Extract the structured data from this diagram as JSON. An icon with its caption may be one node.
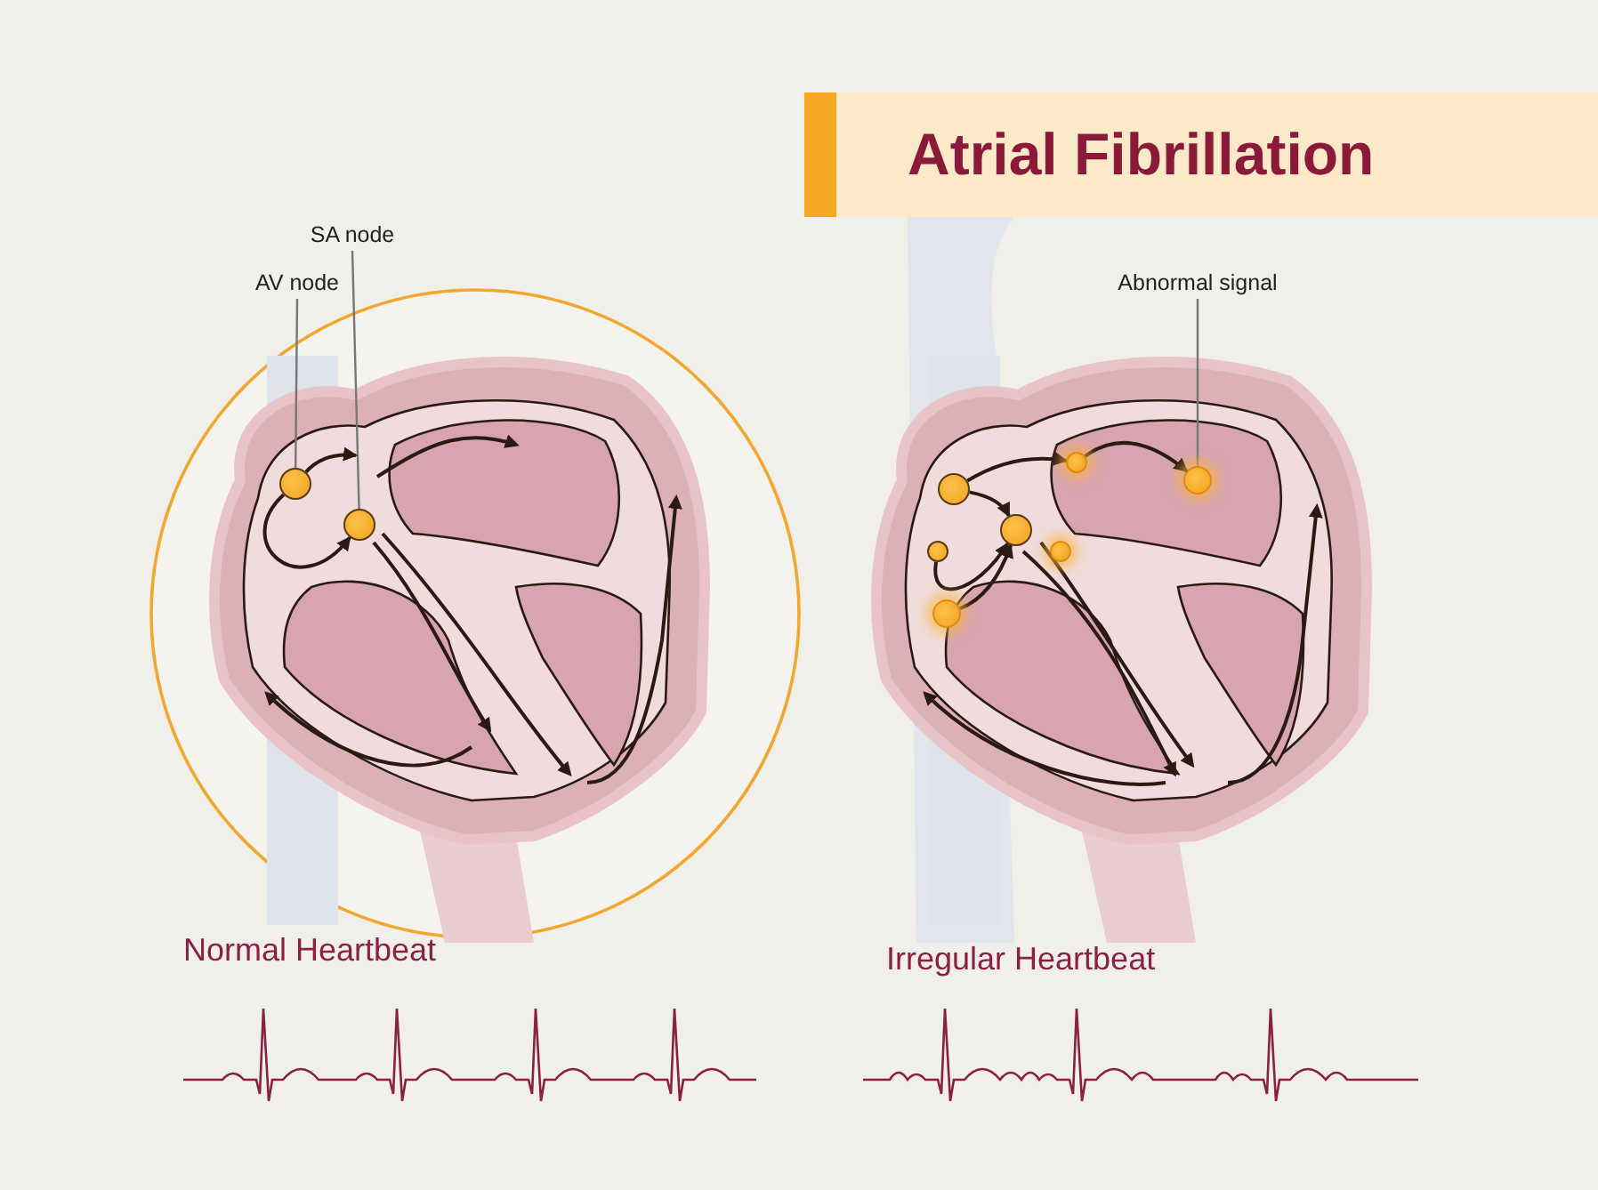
{
  "diagram": {
    "title": "Atrial Fibrillation",
    "nodes": [
      {
        "text": [
          "SA node"
        ]
      },
      {
        "text": [
          "AV node"
        ]
      },
      {
        "text": [],
        "shape": "circle"
      },
      {
        "text": [],
        "shape": "circle"
      },
      {
        "text": [
          "Abnormal signal"
        ]
      },
      {
        "text": [],
        "shape": "circle"
      },
      {
        "text": [],
        "shape": "circle"
      },
      {
        "text": [],
        "shape": "circle"
      },
      {
        "text": [],
        "shape": "circle"
      },
      {
        "text": [],
        "shape": "circle"
      },
      {
        "text": [],
        "shape": "circle"
      },
      {
        "text": [],
        "shape": "circle"
      }
    ],
    "edges": [
      {
        "from": 0,
        "to": 3,
        "arrow": "none",
        "color": "#777777"
      },
      {
        "from": 1,
        "to": 2,
        "arrow": "none",
        "color": "#777777"
      },
      {
        "from": 4,
        "to": 11,
        "arrow": "none",
        "color": "#777777"
      },
      {
        "from": 2,
        "to": 3,
        "arrow": "to"
      },
      {
        "from": 2,
        "to": null,
        "arrow": "to"
      },
      {
        "from": 7,
        "to": 10,
        "arrow": "to"
      },
      {
        "from": 7,
        "to": 8,
        "arrow": "to"
      },
      {
        "from": 5,
        "to": 8,
        "arrow": "to"
      },
      {
        "from": 6,
        "to": 8,
        "arrow": "to"
      },
      {
        "from": 10,
        "to": 11,
        "arrow": "to"
      }
    ],
    "labels": [
      "Normal Heartbeat",
      "Irregular Heartbeat"
    ]
  }
}
